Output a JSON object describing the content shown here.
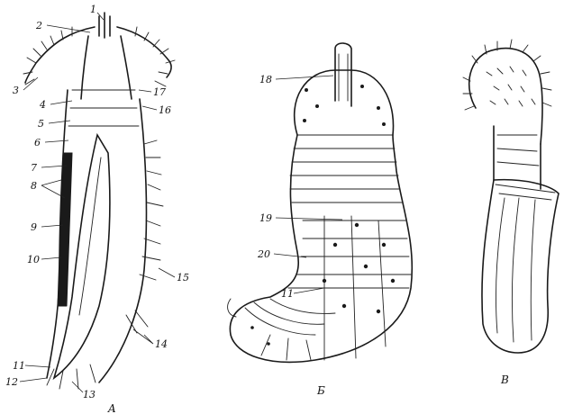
{
  "figure": {
    "panels": [
      {
        "key": "A",
        "caption": "A",
        "labels": [
          "1",
          "2",
          "3",
          "4",
          "5",
          "6",
          "7",
          "8",
          "9",
          "10",
          "11",
          "12",
          "13",
          "14",
          "15",
          "16",
          "17"
        ]
      },
      {
        "key": "B",
        "caption": "Б",
        "labels": [
          "18",
          "19",
          "20",
          "11"
        ]
      },
      {
        "key": "C",
        "caption": "В",
        "labels": []
      }
    ]
  }
}
